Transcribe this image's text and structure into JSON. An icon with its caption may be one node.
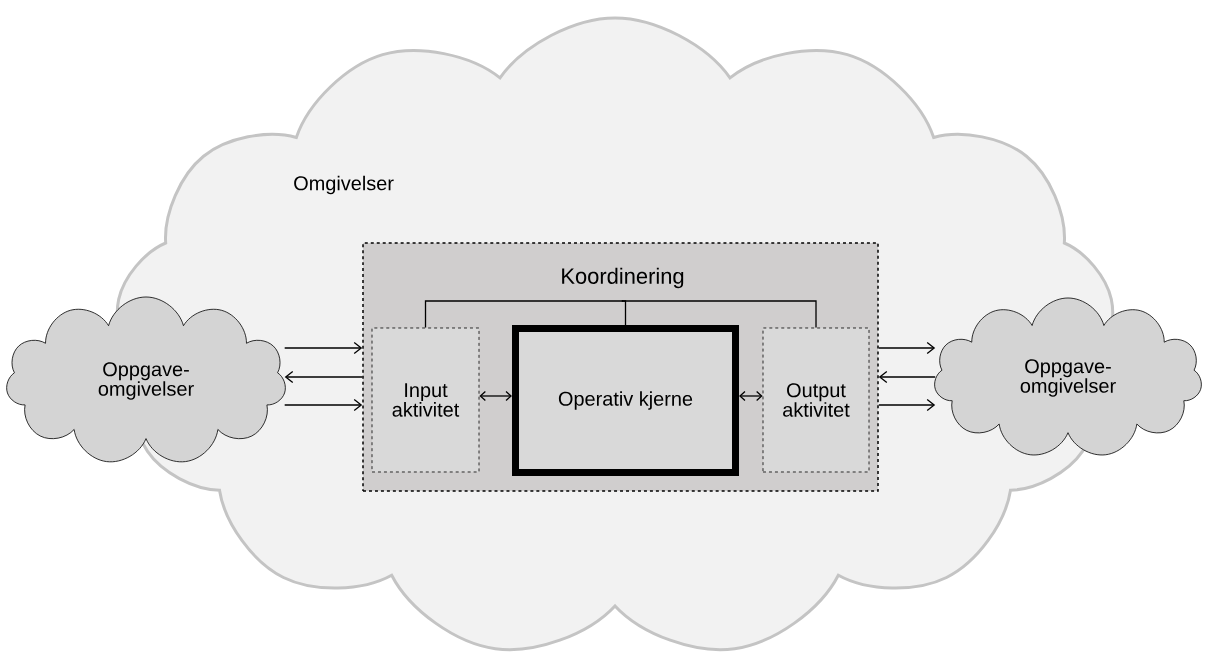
{
  "diagram": {
    "nodes": [
      {
        "text": [
          "Omgivelser"
        ]
      },
      {
        "text": [],
        "shape": "box",
        "in": 0
      },
      {
        "text": [
          "Koordinering"
        ],
        "in": 1
      },
      {
        "text": [
          "Input aktivitet"
        ],
        "in": 1
      },
      {
        "text": [
          "Operativ kjerne"
        ],
        "in": 1
      },
      {
        "text": [
          "Output aktivitet"
        ],
        "in": 1
      },
      {
        "text": [
          "Oppgave- omgivelser"
        ]
      },
      {
        "text": [
          "Oppgave- omgivelser"
        ]
      }
    ],
    "edges": [
      {
        "from": 6,
        "to": 1,
        "arrow": "to"
      },
      {
        "from": 1,
        "to": 6,
        "arrow": "to"
      },
      {
        "from": 6,
        "to": 1,
        "arrow": "to"
      },
      {
        "from": 1,
        "to": 7,
        "arrow": "to"
      },
      {
        "from": 7,
        "to": 1,
        "arrow": "to"
      },
      {
        "from": 1,
        "to": 7,
        "arrow": "to"
      },
      {
        "from": 3,
        "to": 4,
        "arrow": "both"
      },
      {
        "from": 4,
        "to": 5,
        "arrow": "both"
      },
      {
        "from": 2,
        "to": 3,
        "arrow": "none"
      },
      {
        "from": 2,
        "to": 4,
        "arrow": "none"
      },
      {
        "from": 2,
        "to": 5,
        "arrow": "none"
      }
    ]
  }
}
